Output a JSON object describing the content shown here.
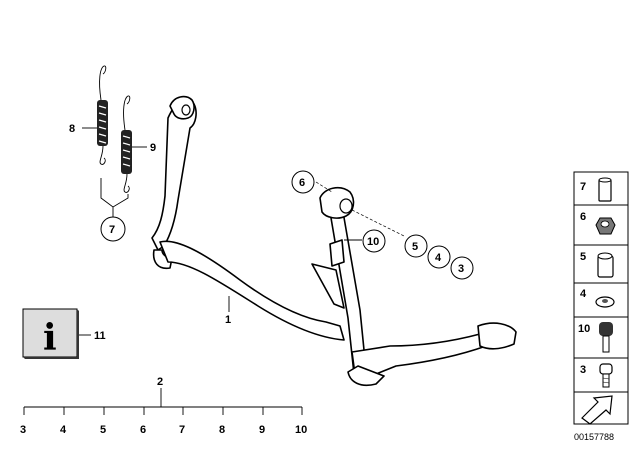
{
  "diagram": {
    "main_part_label": "1",
    "axis_header_label": "2",
    "axis_labels": [
      "3",
      "4",
      "5",
      "6",
      "7",
      "8",
      "9",
      "10"
    ],
    "spring_labels": [
      "8",
      "9"
    ],
    "spring_group_label": "7",
    "callouts": [
      "6",
      "10",
      "5",
      "4",
      "3"
    ],
    "info_label": "11",
    "info_glyph": "i",
    "side_panel": [
      {
        "label": "7",
        "icon": "sleeve-icon"
      },
      {
        "label": "6",
        "icon": "nut-icon"
      },
      {
        "label": "5",
        "icon": "bushing-icon"
      },
      {
        "label": "4",
        "icon": "washer-icon"
      },
      {
        "label": "10",
        "icon": "stop-buffer-icon"
      },
      {
        "label": "3",
        "icon": "bolt-icon"
      }
    ],
    "image_number": "00157788"
  }
}
